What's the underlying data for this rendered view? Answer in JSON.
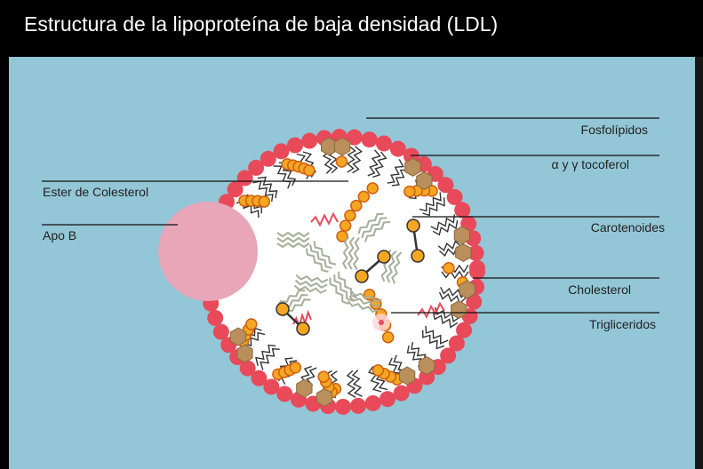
{
  "title": "Estructura de la lipoproteína de baja densidad (LDL)",
  "labels": {
    "fosfolipidos": "Fosfolípidos",
    "tocoferol": "α y γ tocoferol",
    "ester_colesterol": "Ester de Colesterol",
    "carotenoides": "Carotenoides",
    "apo_b": "Apo B",
    "cholesterol": "Cholesterol",
    "trigliceridos": "Trigliceridos"
  },
  "colors": {
    "background": "#93c6d6",
    "phospholipid_head": "#e84a5a",
    "cholesteryl_ester": "#f5a623",
    "tocopherol": "#b98f5c",
    "apo_b": "#e8a6b8",
    "core": "#ffffff"
  }
}
